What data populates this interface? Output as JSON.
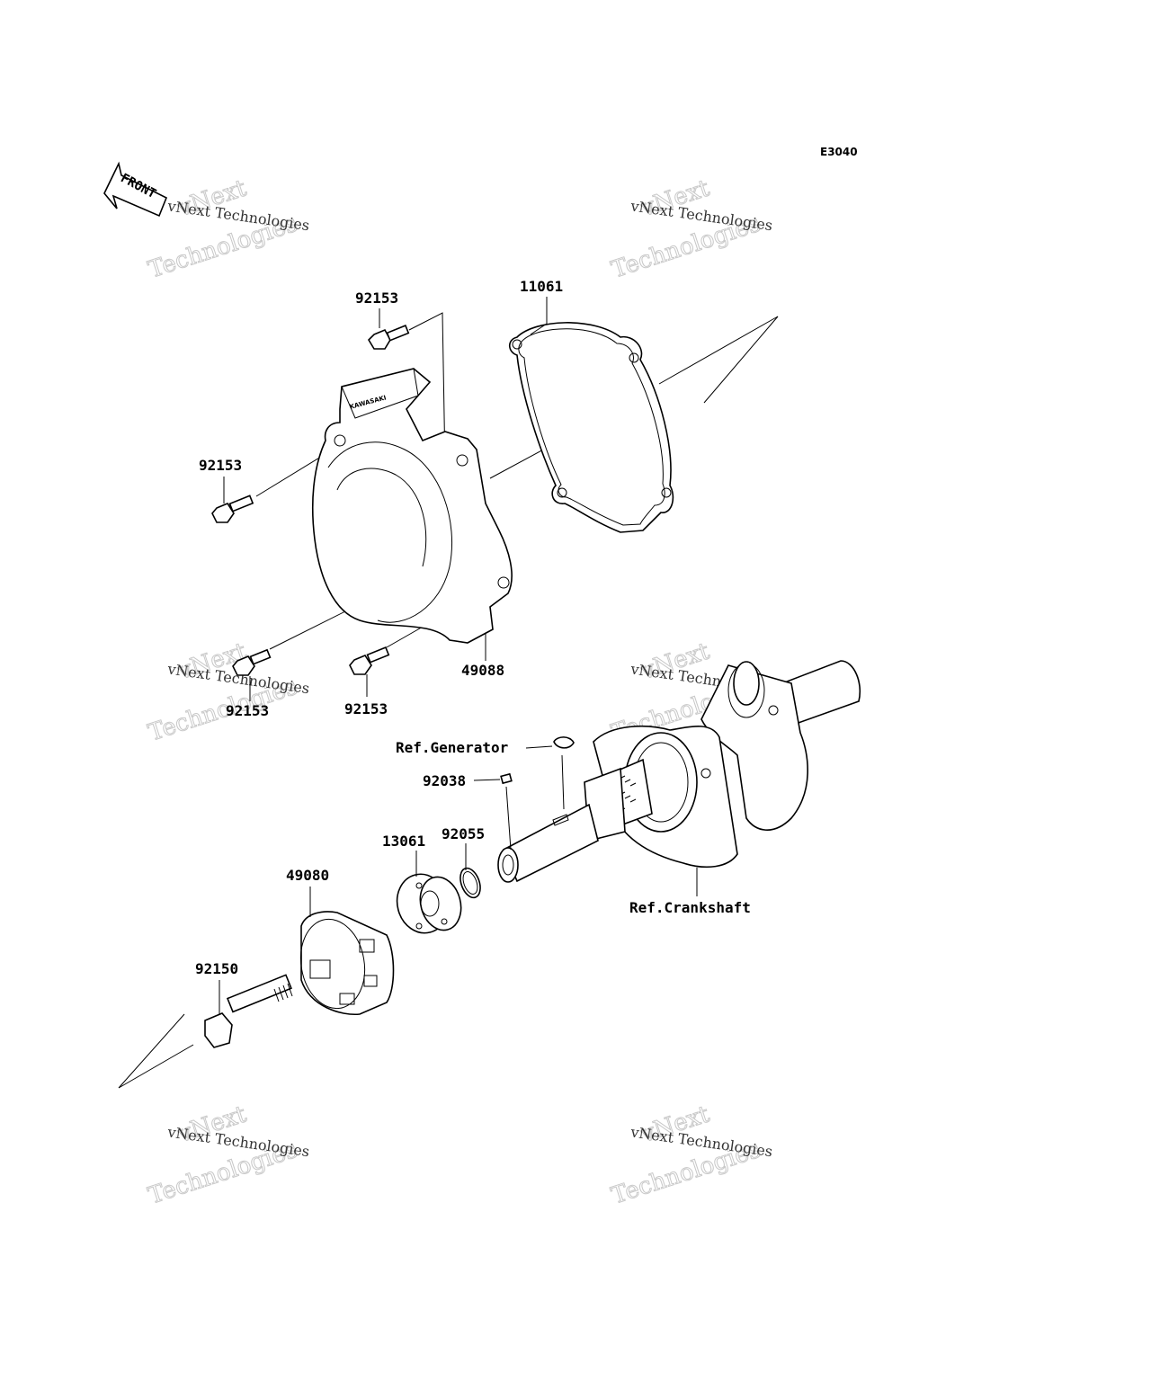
{
  "diagram_code": "E3040",
  "front_label": "FRONT",
  "cover_brand": "KAWASAKI",
  "watermark": {
    "line1": "vNext",
    "line2": "Technologies",
    "line3": "vNext Technologies"
  },
  "parts": {
    "p92153_top": "92153",
    "p11061": "11061",
    "p92153_left": "92153",
    "p49088": "49088",
    "p92153_bottom_left": "92153",
    "p92153_bottom_mid": "92153",
    "ref_generator": "Ref.Generator",
    "p92038": "92038",
    "p13061": "13061",
    "p92055": "92055",
    "p49080": "49080",
    "ref_crankshaft": "Ref.Crankshaft",
    "p92150": "92150"
  }
}
